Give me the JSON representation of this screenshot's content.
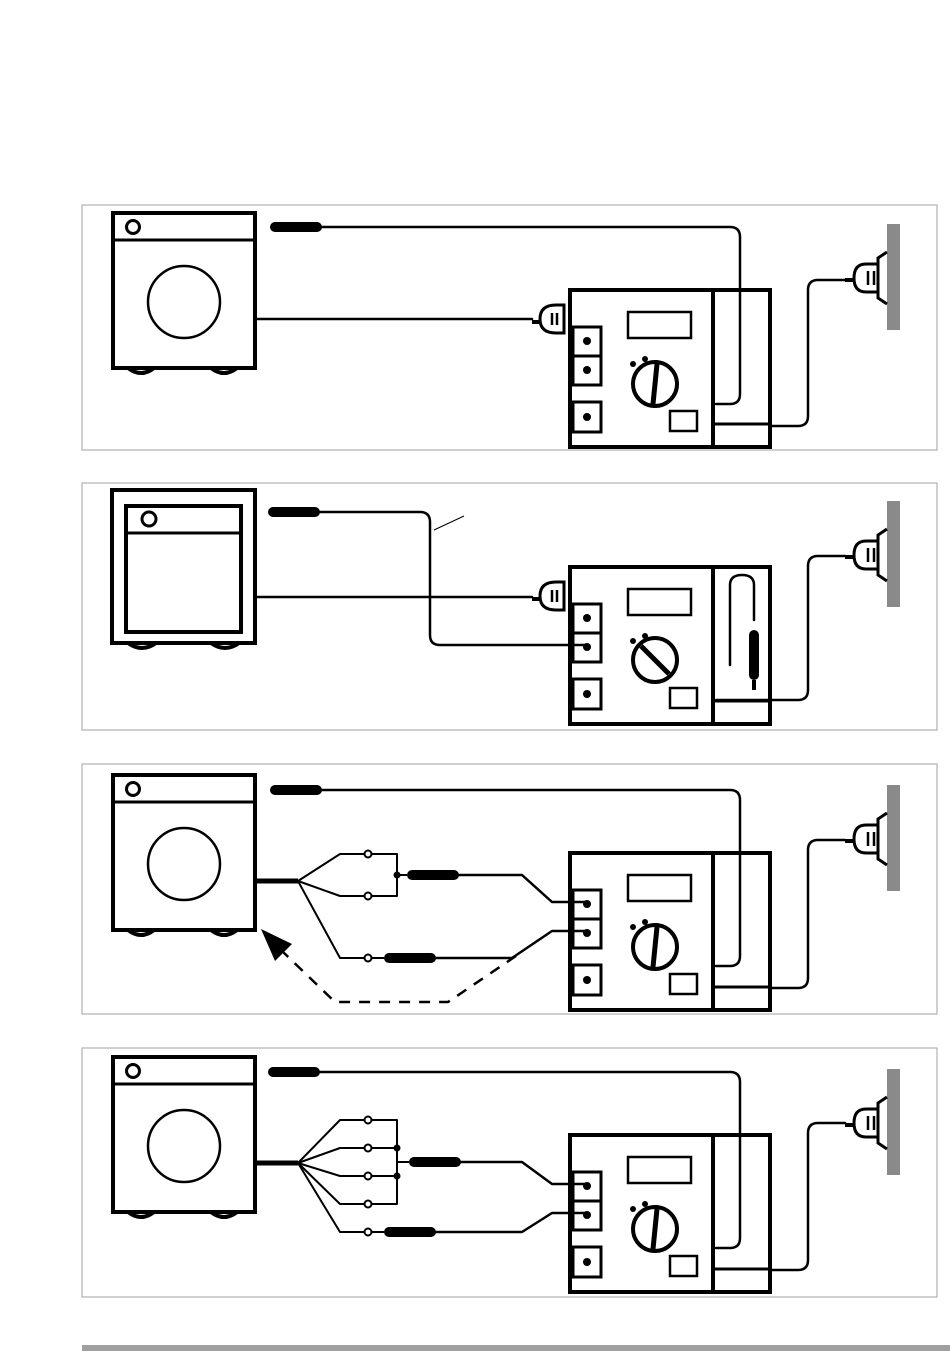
{
  "figure": {
    "panels": [
      {
        "appliance": "washing-machine",
        "connection": "single-lead"
      },
      {
        "appliance": "dryer-cabinet",
        "connection": "single-lead"
      },
      {
        "appliance": "washing-machine",
        "connection": "two-conductor-split"
      },
      {
        "appliance": "washing-machine",
        "connection": "four-conductor-split"
      }
    ],
    "colors": {
      "ink": "#000000",
      "panel_border": "#b0b0b0",
      "wall": "#8a8a8a",
      "footer_rule": "#a0a0a0"
    },
    "icons": [
      "washing-machine-icon",
      "dryer-icon",
      "tester-icon",
      "plug-icon",
      "wall-socket-icon",
      "probe-clip-icon"
    ]
  }
}
